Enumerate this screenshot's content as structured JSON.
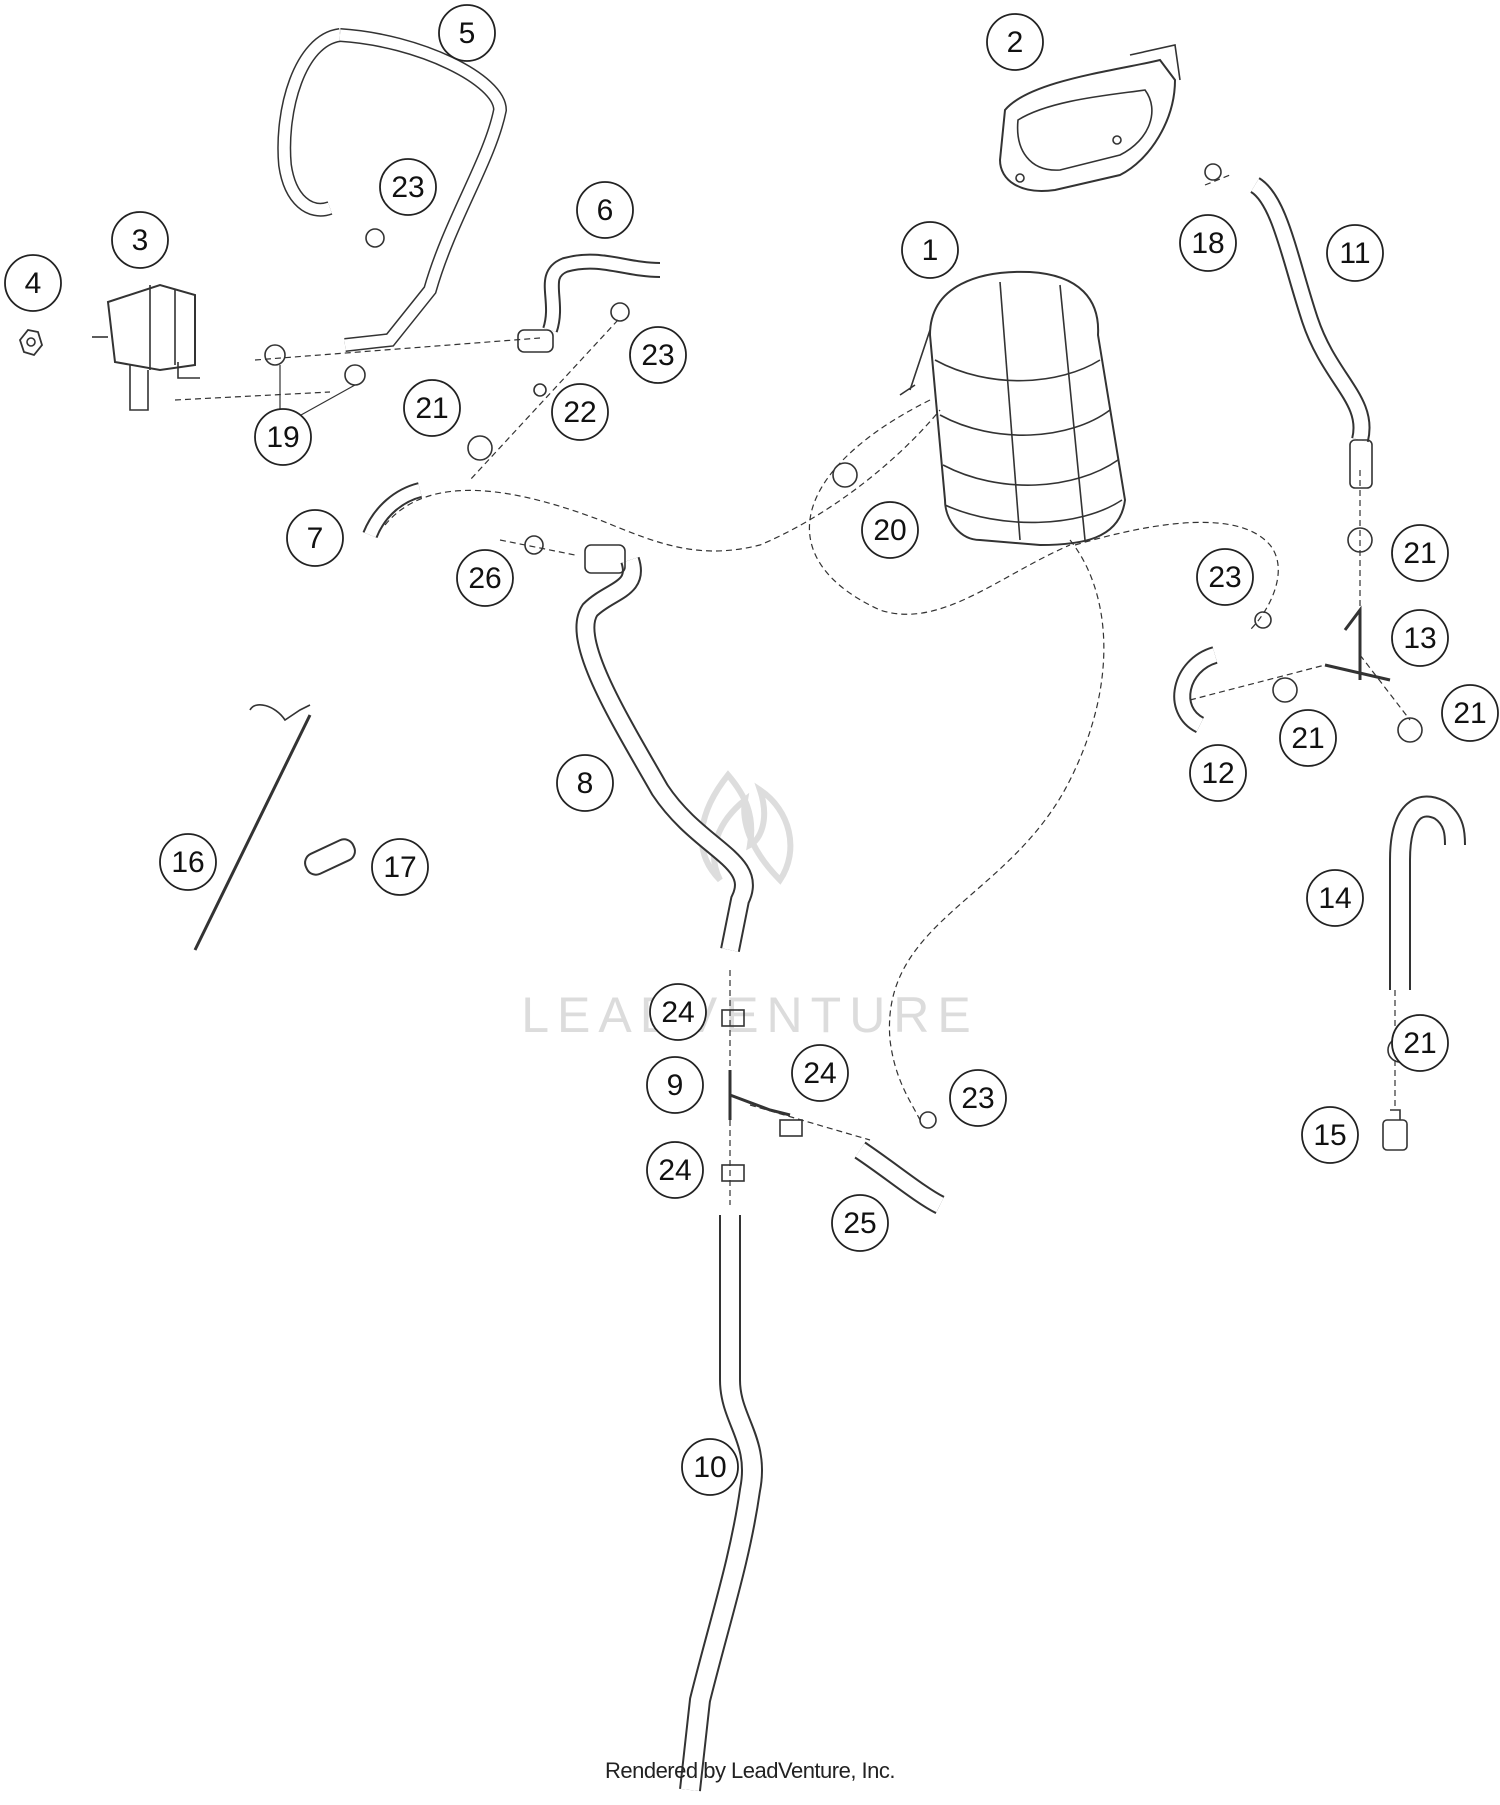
{
  "footer": "Rendered by LeadVenture, Inc.",
  "watermark": "LEADVENTURE",
  "colors": {
    "line": "#333333",
    "callout_border": "#222222",
    "watermark": "#d9d9d9",
    "background": "#ffffff"
  },
  "callouts": [
    {
      "id": "c1",
      "label": "1"
    },
    {
      "id": "c2",
      "label": "2"
    },
    {
      "id": "c3",
      "label": "3"
    },
    {
      "id": "c4",
      "label": "4"
    },
    {
      "id": "c5",
      "label": "5"
    },
    {
      "id": "c6",
      "label": "6"
    },
    {
      "id": "c7",
      "label": "7"
    },
    {
      "id": "c8",
      "label": "8"
    },
    {
      "id": "c9",
      "label": "9"
    },
    {
      "id": "c10",
      "label": "10"
    },
    {
      "id": "c11",
      "label": "11"
    },
    {
      "id": "c12",
      "label": "12"
    },
    {
      "id": "c13",
      "label": "13"
    },
    {
      "id": "c14",
      "label": "14"
    },
    {
      "id": "c15",
      "label": "15"
    },
    {
      "id": "c16",
      "label": "16"
    },
    {
      "id": "c17",
      "label": "17"
    },
    {
      "id": "c18",
      "label": "18"
    },
    {
      "id": "c19",
      "label": "19"
    },
    {
      "id": "c20",
      "label": "20"
    },
    {
      "id": "c21a",
      "label": "21"
    },
    {
      "id": "c21b",
      "label": "21"
    },
    {
      "id": "c21c",
      "label": "21"
    },
    {
      "id": "c21d",
      "label": "21"
    },
    {
      "id": "c21e",
      "label": "21"
    },
    {
      "id": "c22",
      "label": "22"
    },
    {
      "id": "c23a",
      "label": "23"
    },
    {
      "id": "c23b",
      "label": "23"
    },
    {
      "id": "c23c",
      "label": "23"
    },
    {
      "id": "c23d",
      "label": "23"
    },
    {
      "id": "c24a",
      "label": "24"
    },
    {
      "id": "c24b",
      "label": "24"
    },
    {
      "id": "c24c",
      "label": "24"
    },
    {
      "id": "c25",
      "label": "25"
    },
    {
      "id": "c26",
      "label": "26"
    }
  ]
}
